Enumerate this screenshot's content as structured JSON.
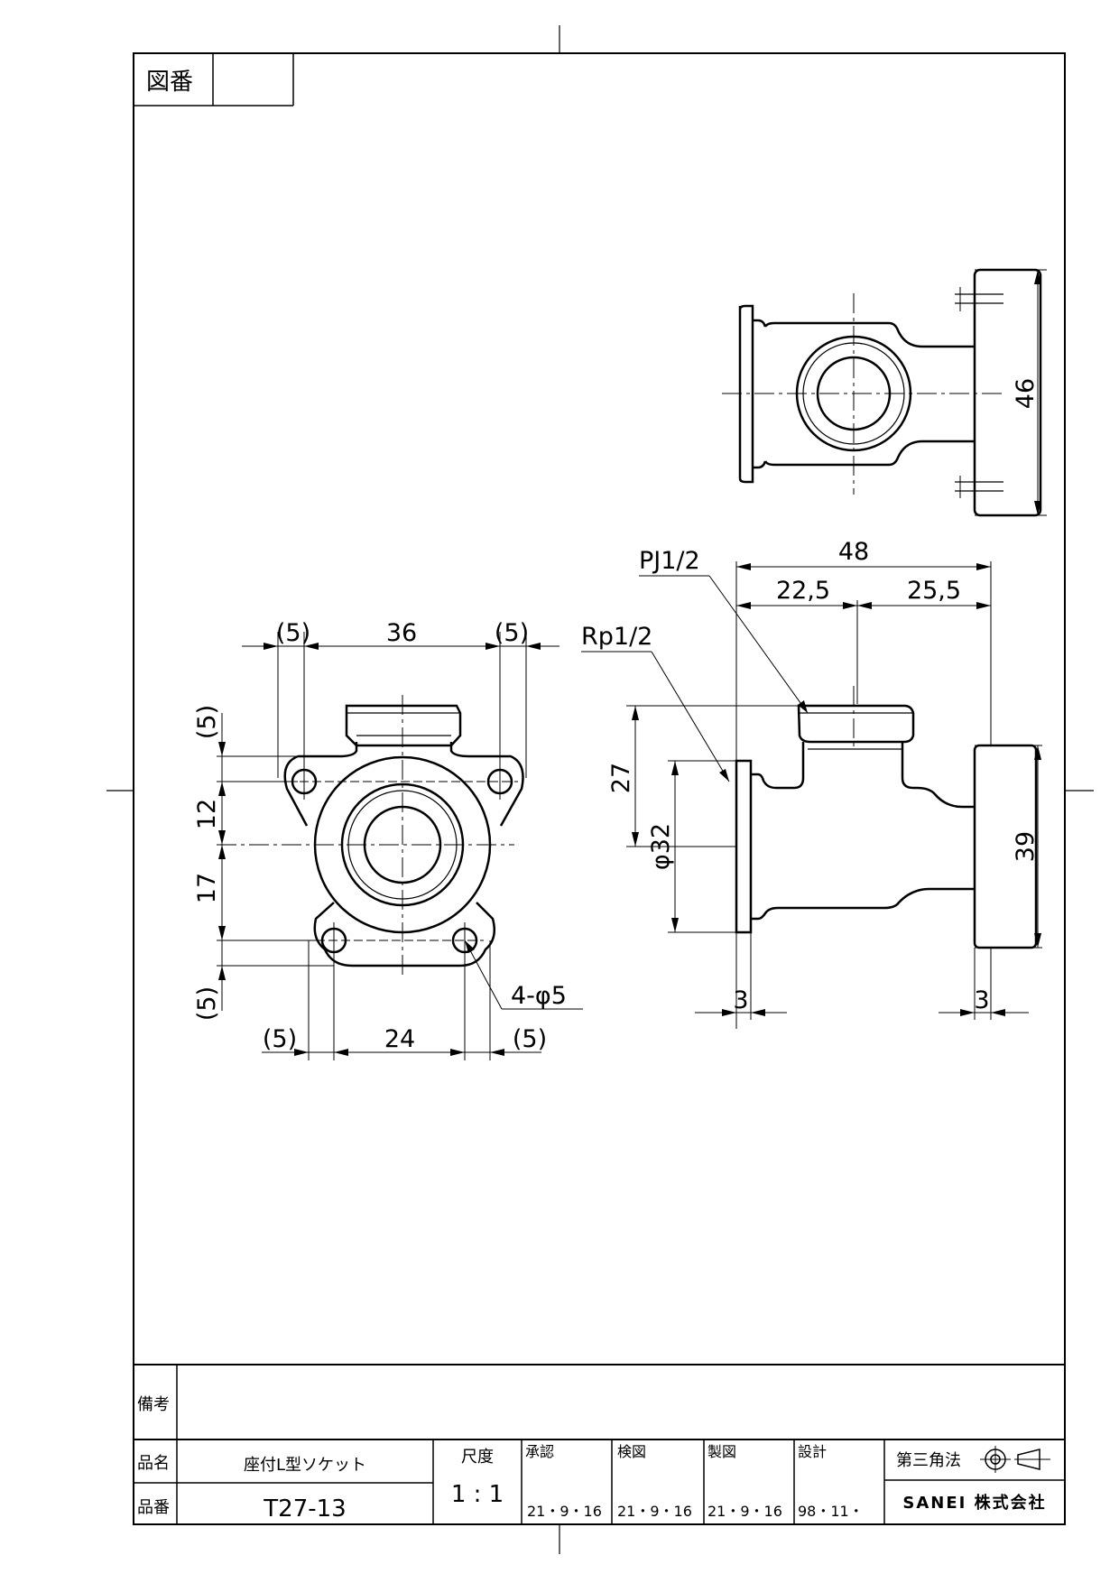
{
  "header": {
    "drawing_number_label": "図番",
    "drawing_number_value": ""
  },
  "views": {
    "top": {
      "height_dim": "46"
    },
    "side": {
      "thread_label_top": "PJ1/2",
      "thread_label_side": "Rp1/2",
      "overall_length": "48",
      "left_segment": "22,5",
      "right_segment": "25,5",
      "height_27": "27",
      "diameter": "φ32",
      "height_39": "39",
      "flange_left": "3",
      "flange_right": "3"
    },
    "front": {
      "top_width": "36",
      "top_left_offset": "(5)",
      "top_right_offset": "(5)",
      "vertical_top_offset": "(5)",
      "vertical_12": "12",
      "vertical_17": "17",
      "vertical_bottom_offset": "(5)",
      "bottom_width": "24",
      "bottom_left_offset": "(5)",
      "bottom_right_offset": "(5)",
      "hole_label": "4-φ5"
    }
  },
  "title_block": {
    "remarks_label": "備考",
    "remarks_value": "",
    "product_name_label": "品名",
    "product_name": "座付L型ソケット",
    "product_number_label": "品番",
    "product_number": "T27-13",
    "scale_label": "尺度",
    "scale_value": "1 : 1",
    "approved_label": "承認",
    "approved_date": "21・9・16",
    "checked_label": "検図",
    "checked_date": "21・9・16",
    "drawn_label": "製図",
    "drawn_date": "21・9・16",
    "designed_label": "設計",
    "designed_date": "98・11・",
    "projection_label": "第三角法",
    "company": "SANEI 株式会社"
  }
}
